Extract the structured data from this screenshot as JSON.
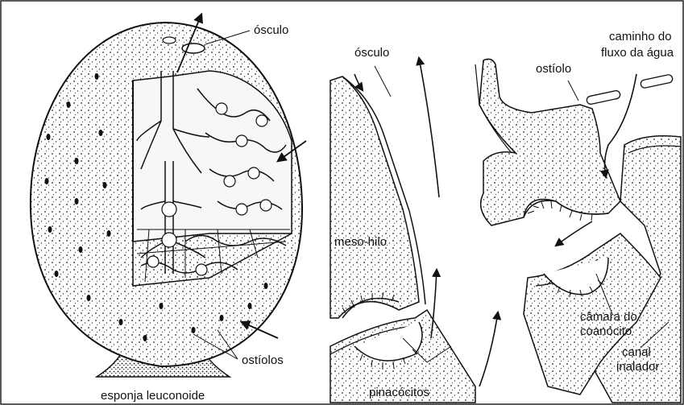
{
  "left_panel": {
    "label_osculo": "ósculo",
    "label_ostiolos": "ostíolos",
    "caption": "esponja leuconoide"
  },
  "right_panel": {
    "label_osculo": "ósculo",
    "label_ostiolo": "ostíolo",
    "label_water_path_line1": "caminho do",
    "label_water_path_line2": "fluxo da água",
    "label_meso_hilo": "meso-hilo",
    "label_pinacocitos": "pinacócitos",
    "label_camara_line1": "câmara do",
    "label_camara_line2": "coanócito",
    "label_canal_line1": "canal",
    "label_canal_line2": "inalador"
  }
}
